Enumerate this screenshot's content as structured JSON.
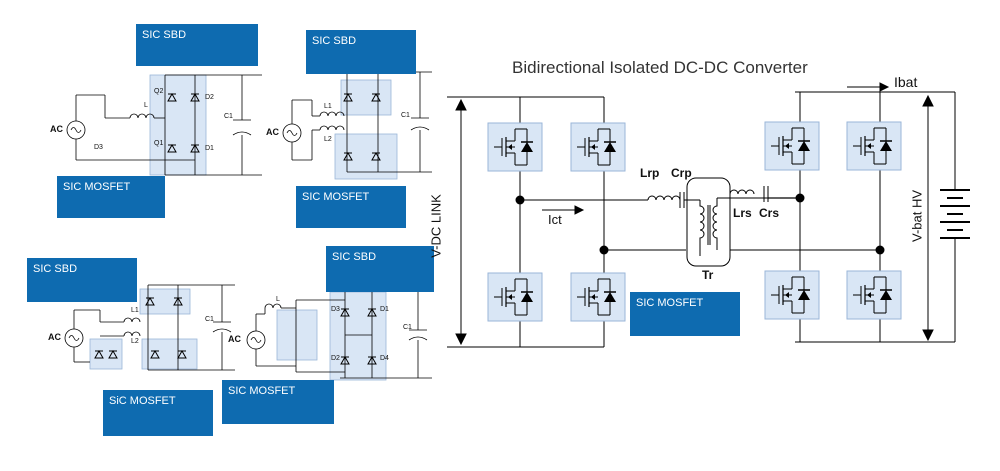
{
  "title": "Bidirectional Isolated DC-DC Converter",
  "callouts": {
    "c1_sbd": "SIC SBD",
    "c1_mosfet": "SIC MOSFET",
    "c2_sbd": "SIC SBD",
    "c2_mosfet": "SIC MOSFET",
    "c3_sbd": "SIC SBD",
    "c3_mosfet": "SiC MOSFET",
    "c4_sbd": "SIC SBD",
    "c4_mosfet": "SIC MOSFET",
    "c5_mosfet": "SIC MOSFET"
  },
  "labels": {
    "ibat": "Ibat",
    "vdc_link": "V-DC LINK",
    "vbat": "V-bat HV",
    "lrp": "Lrp",
    "crp": "Crp",
    "lrs": "Lrs",
    "crs": "Crs",
    "ict": "Ict",
    "tr": "Tr",
    "ac": "AC",
    "l": "L",
    "l1": "L1",
    "l2": "L2",
    "c1": "C1",
    "q1": "Q1",
    "q2": "Q2",
    "d1": "D1",
    "d2": "D2",
    "d3": "D3",
    "d4": "D4"
  },
  "colors": {
    "callout_bg": "#0e6bb0",
    "module_fill": "#d9e6f5",
    "wire": "#000000"
  }
}
